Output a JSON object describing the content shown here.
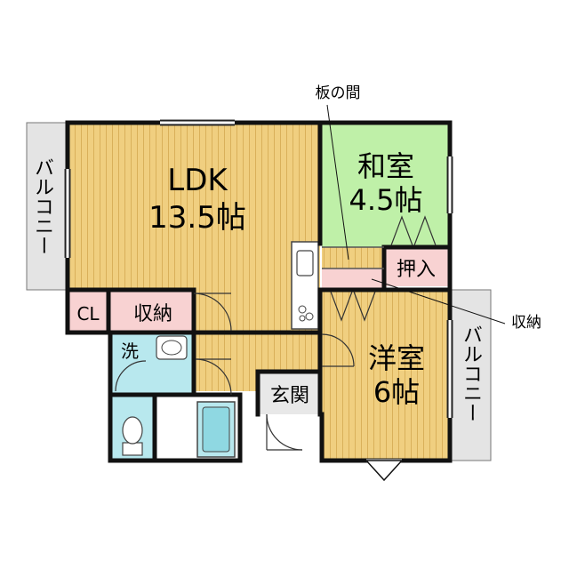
{
  "rooms": {
    "ldk": {
      "name": "LDK",
      "size": "13.5帖"
    },
    "washitsu": {
      "name": "和室",
      "size": "4.5帖"
    },
    "youshitsu": {
      "name": "洋室",
      "size": "6帖"
    }
  },
  "labels": {
    "cl": "CL",
    "storage": "収納",
    "oshiire": "押入",
    "genkan": "玄関",
    "wash": "洗",
    "itanoma": "板の間",
    "storage_callout": "収納"
  },
  "balconies": {
    "left": "バルコニー",
    "right": "バルコニー"
  },
  "colors": {
    "wood_floor": "#f0cf80",
    "tatami": "#bff0a8",
    "storage_pink": "#f8d2d2",
    "wet_area": "#b8e8ee",
    "balcony": "#e4e4e4",
    "wall": "#111111"
  }
}
